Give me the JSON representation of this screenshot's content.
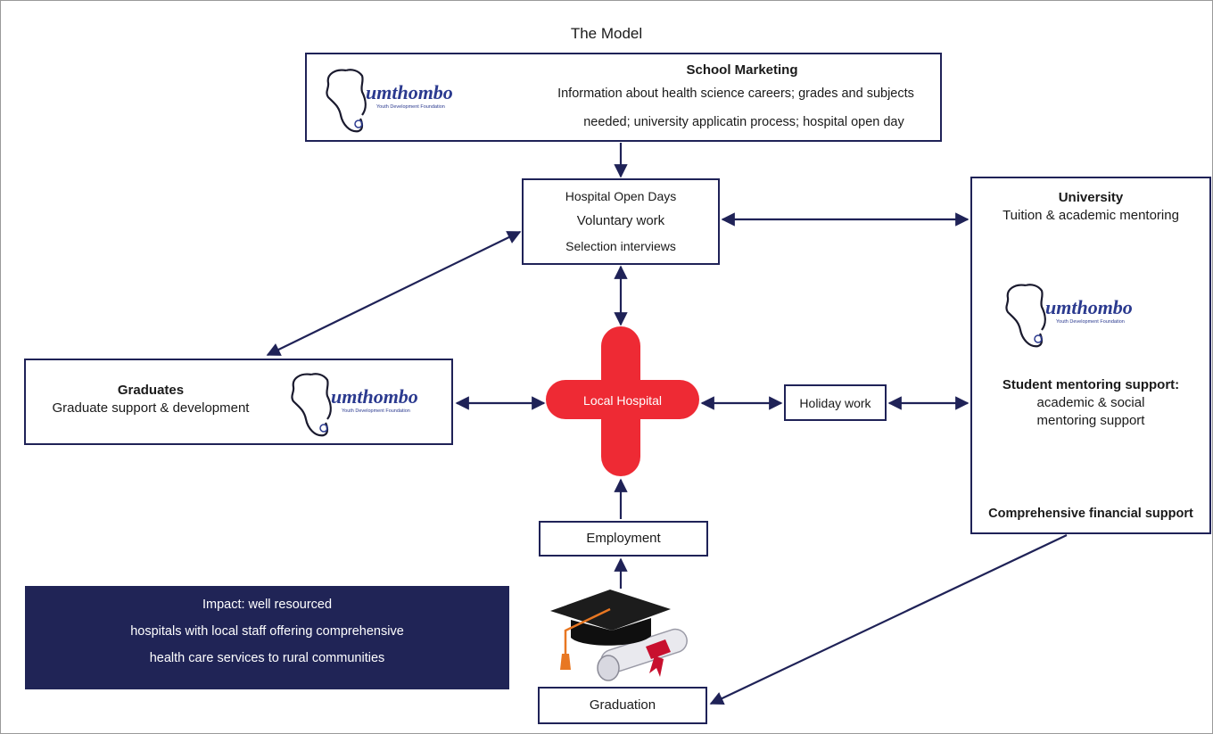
{
  "diagram": {
    "title": "The Model",
    "logo_text": {
      "brand": "umthombo",
      "tagline": "Youth Development Foundation"
    },
    "school_marketing": {
      "heading": "School Marketing",
      "line1": "Information about health science careers; grades and subjects",
      "line2": "needed; university applicatin process; hospital open day"
    },
    "hospital_activities": {
      "line1": "Hospital Open Days",
      "line2": "Voluntary work",
      "line3": "Selection interviews"
    },
    "university": {
      "heading": "University",
      "subheading": "Tuition & academic mentoring",
      "mentoring_heading": "Student mentoring support:",
      "mentoring_line1": "academic & social",
      "mentoring_line2": "mentoring support",
      "financial": "Comprehensive financial support"
    },
    "graduates": {
      "heading": "Graduates",
      "subheading": "Graduate support & development"
    },
    "local_hospital": "Local Hospital",
    "holiday_work": "Holiday work",
    "employment": "Employment",
    "graduation": "Graduation",
    "impact": {
      "line1": "Impact: well resourced",
      "line2": "hospitals with local staff offering comprehensive",
      "line3": "health care services to rural communities"
    },
    "colors": {
      "navy": "#1f2257",
      "impact_bg": "#202456",
      "cross_red": "#ee2a34",
      "logo_blue": "#2b3a8f"
    }
  }
}
